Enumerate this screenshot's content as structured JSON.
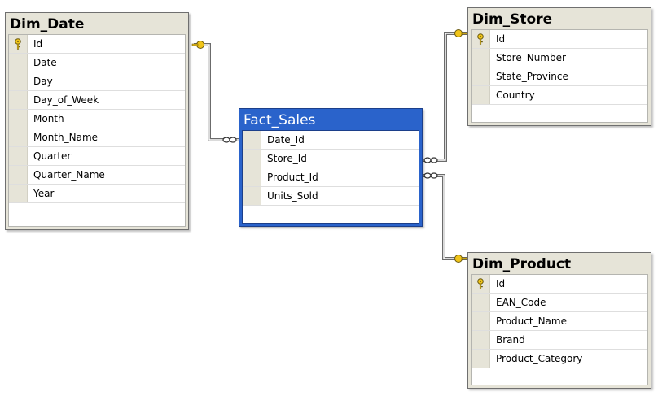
{
  "tables": {
    "dim_date": {
      "title": "Dim_Date",
      "columns": [
        "Id",
        "Date",
        "Day",
        "Day_of_Week",
        "Month",
        "Month_Name",
        "Quarter",
        "Quarter_Name",
        "Year"
      ],
      "primary_key": "Id"
    },
    "fact_sales": {
      "title": "Fact_Sales",
      "columns": [
        "Date_Id",
        "Store_Id",
        "Product_Id",
        "Units_Sold"
      ],
      "selected": true
    },
    "dim_store": {
      "title": "Dim_Store",
      "columns": [
        "Id",
        "Store_Number",
        "State_Province",
        "Country"
      ],
      "primary_key": "Id"
    },
    "dim_product": {
      "title": "Dim_Product",
      "columns": [
        "Id",
        "EAN_Code",
        "Product_Name",
        "Brand",
        "Product_Category"
      ],
      "primary_key": "Id"
    }
  },
  "relationships": [
    {
      "from": "fact_sales",
      "to": "dim_date",
      "cardinality": "many-to-one"
    },
    {
      "from": "fact_sales",
      "to": "dim_store",
      "cardinality": "many-to-one"
    },
    {
      "from": "fact_sales",
      "to": "dim_product",
      "cardinality": "many-to-one"
    }
  ],
  "colors": {
    "frame": "#e6e4d8",
    "selected_frame": "#2a63cb",
    "key_icon": "#f0c419",
    "connector": "#6b6b6b"
  },
  "icons": {
    "primary_key": "key-icon",
    "one_end": "key-icon",
    "many_end": "infinity-icon"
  }
}
